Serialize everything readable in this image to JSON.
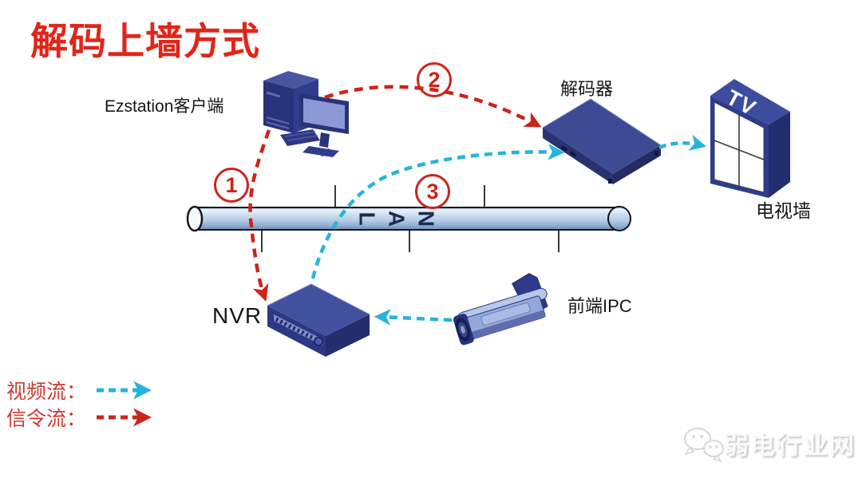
{
  "header": {
    "title": "解码上墙方式"
  },
  "nodes": {
    "client": {
      "label": "Ezstation客户端"
    },
    "decoder": {
      "label": "解码器"
    },
    "tv_wall": {
      "label": "电视墙",
      "screen_text": "TV"
    },
    "nvr": {
      "label": "NVR"
    },
    "ipc": {
      "label": "前端IPC"
    },
    "lan_bus": {
      "letters": {
        "l": "L",
        "a": "A",
        "n": "N"
      }
    }
  },
  "steps": {
    "step1": "1",
    "step2": "2",
    "step3": "3"
  },
  "legend": {
    "video": {
      "label": "视频流：",
      "color": "#26b4da",
      "style": "dashed-arrow"
    },
    "signal": {
      "label": "信令流：",
      "color": "#cc241a",
      "style": "dashed-arrow"
    }
  },
  "watermark": {
    "text": "弱电行业网"
  },
  "colors": {
    "title_red": "#e0261a",
    "arrow_red": "#cc241a",
    "arrow_cyan": "#26b4da",
    "device_navy": "#2c3883",
    "pipe_blue": "#b4cbe4"
  }
}
